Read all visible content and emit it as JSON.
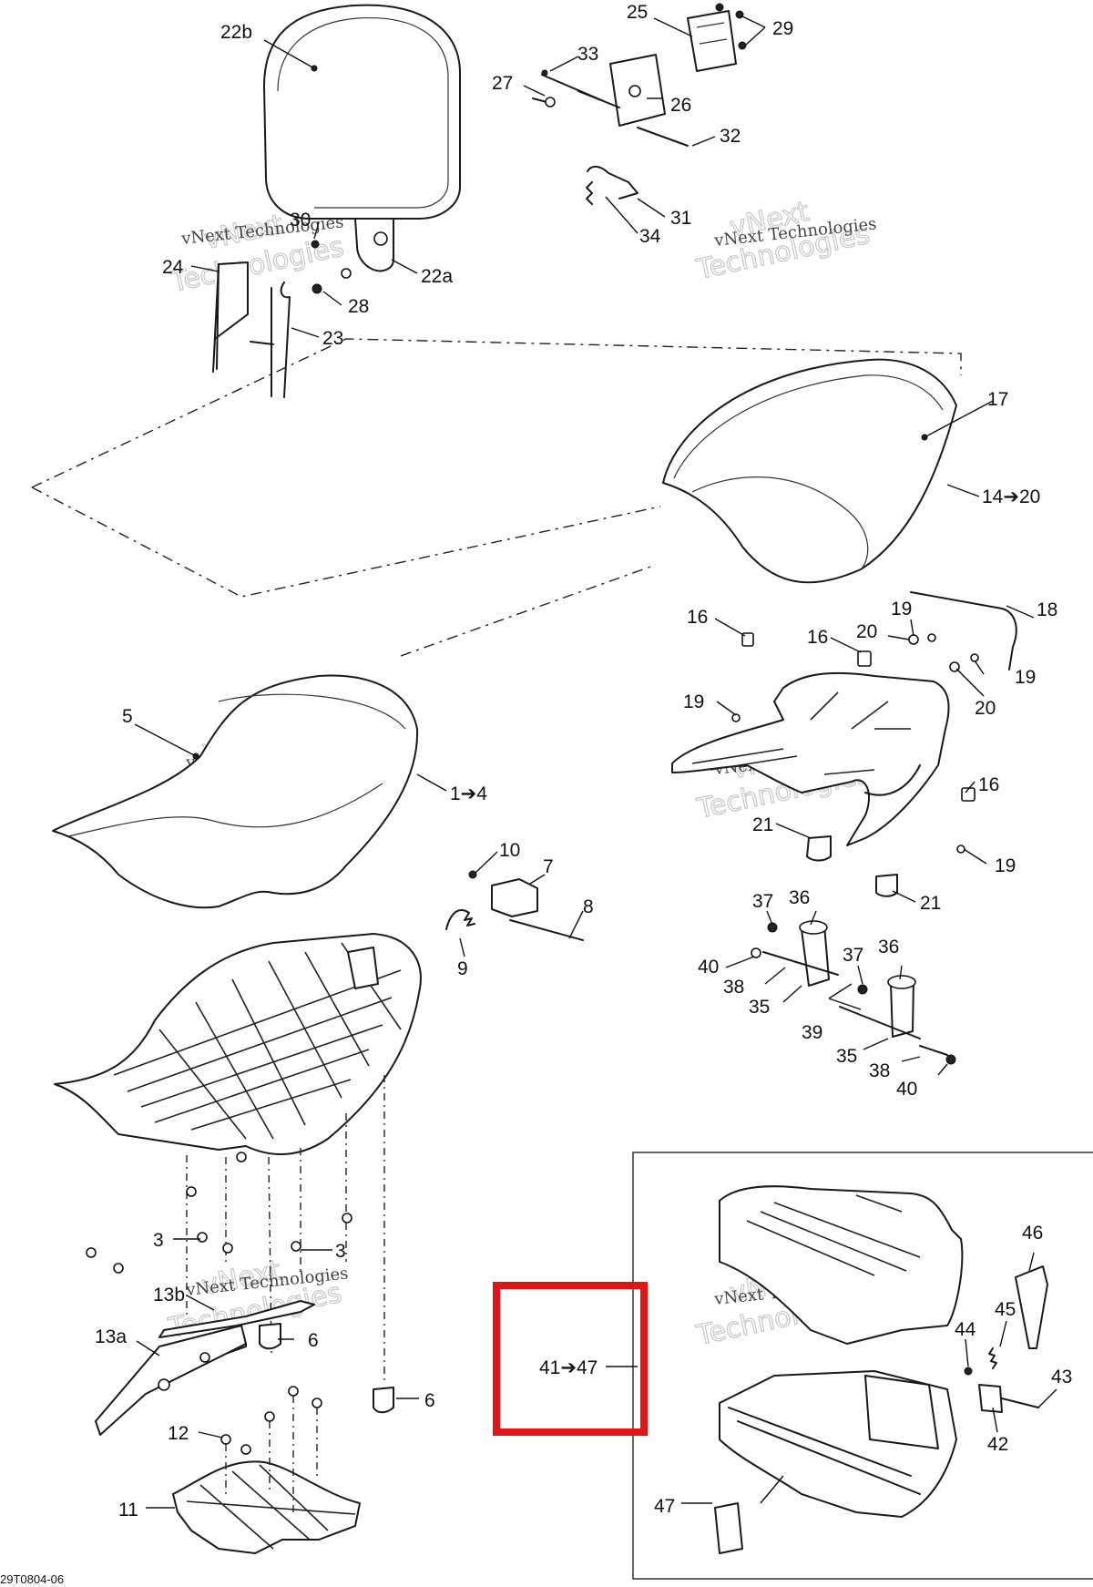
{
  "callouts": {
    "c22b": "22b",
    "c25": "25",
    "c29": "29",
    "c33": "33",
    "c27": "27",
    "c26": "26",
    "c32": "32",
    "c31": "31",
    "c34": "34",
    "c30": "30",
    "c24": "24",
    "c22a": "22a",
    "c28": "28",
    "c23": "23",
    "c17": "17",
    "c14_20": "14➔20",
    "c16a": "16",
    "c16b": "16",
    "c16c": "16",
    "c19a": "19",
    "c19b": "19",
    "c19c": "19",
    "c19d": "19",
    "c18": "18",
    "c20a": "20",
    "c20b": "20",
    "c21a": "21",
    "c21b": "21",
    "c5": "5",
    "c1_4": "1➔4",
    "c10": "10",
    "c7": "7",
    "c8": "8",
    "c9": "9",
    "c37a": "37",
    "c36a": "36",
    "c37b": "37",
    "c36b": "36",
    "c40a": "40",
    "c38a": "38",
    "c35a": "35",
    "c39": "39",
    "c35b": "35",
    "c38b": "38",
    "c40b": "40",
    "c3a": "3",
    "c3b": "3",
    "c13b": "13b",
    "c13a": "13a",
    "c6a": "6",
    "c6b": "6",
    "c12": "12",
    "c11": "11",
    "c41_47": "41➔47",
    "c46": "46",
    "c45": "45",
    "c44": "44",
    "c43": "43",
    "c42": "42",
    "c47": "47"
  },
  "watermark": {
    "line1": "vNext Technologies",
    "line2a": "vNext",
    "line2b": "Technologies"
  },
  "diagram_code": "29T0804-06",
  "highlight_color": "#e01515"
}
